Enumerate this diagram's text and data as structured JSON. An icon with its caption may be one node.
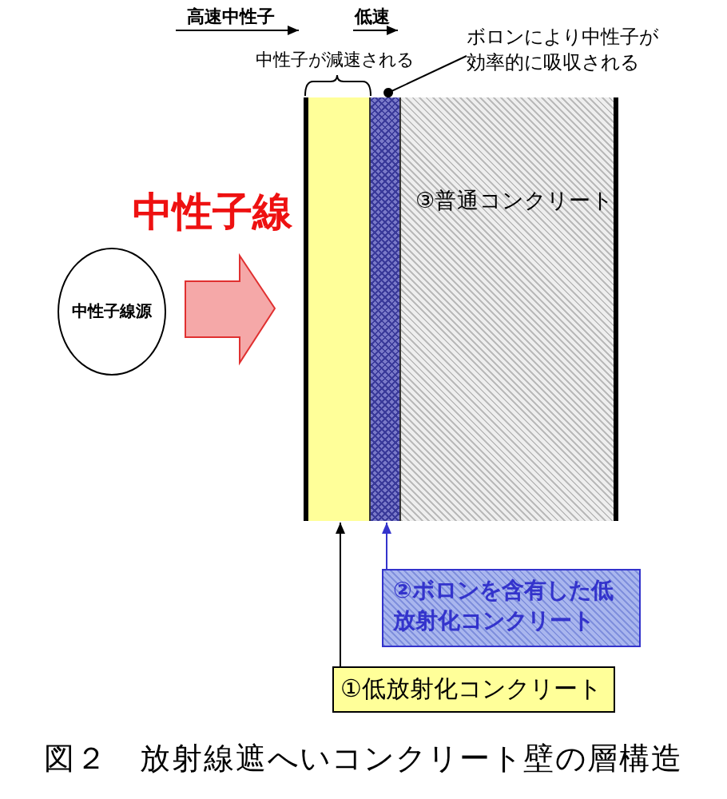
{
  "diagram": {
    "caption": "図２　放射線遮へいコンクリート壁の層構造",
    "nodes": [
      {
        "text": [
          "ボロンにより中性子が効率的に吸収される"
        ]
      },
      {
        "text": [],
        "shape": "box"
      },
      {
        "text": [],
        "shape": "box"
      },
      {
        "text": [
          "③普通コンクリート"
        ]
      },
      {
        "text": [
          "中性子線源"
        ]
      },
      {
        "text": [
          "②ボロンを含有した低放射化コンクリート"
        ]
      },
      {
        "text": [
          "①低放射化コンクリート"
        ]
      }
    ],
    "edges": [
      {
        "from": 0,
        "to": 2,
        "arrow": "other"
      },
      {
        "from": 5,
        "to": 2,
        "arrow": "to",
        "color": "#3333cc"
      },
      {
        "from": 6,
        "to": 1,
        "arrow": "to"
      },
      {
        "from": 4,
        "to": 1,
        "arrow": "to",
        "style": "thick",
        "color": "#e03030"
      }
    ],
    "labels": [
      "高速中性子",
      "低速",
      "中性子が減速される",
      "中性子線"
    ]
  }
}
